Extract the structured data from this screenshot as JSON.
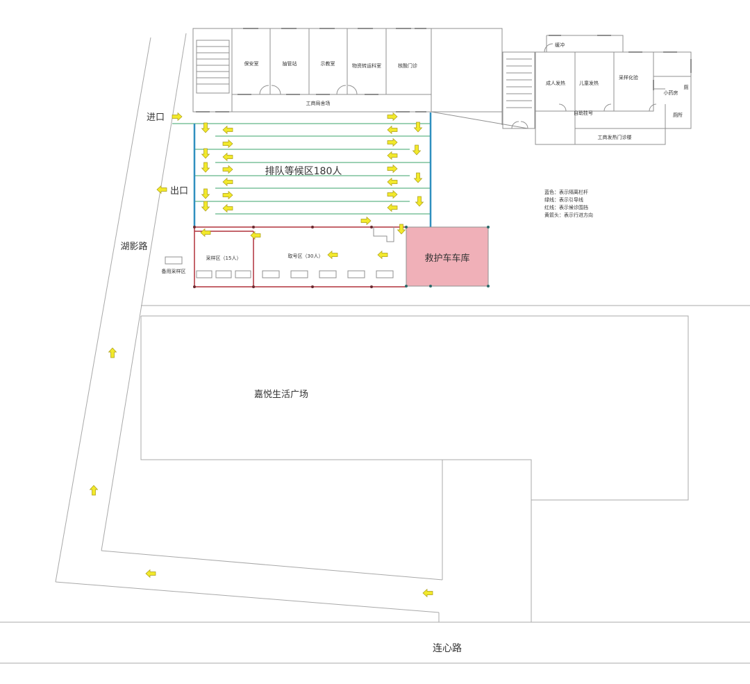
{
  "colors": {
    "background": "#ffffff",
    "outline": "#9a9a9a",
    "blue_barrier": "#2f8fbf",
    "green_guide": "#3aa36a",
    "red_fence": "#b0313a",
    "yellow_arrow": "#f2e92b",
    "arrow_stroke": "#a89a14",
    "garage_fill": "#f0b0b8"
  },
  "roads": {
    "huying": "湖影路",
    "lianxin": "连心路"
  },
  "entrances": {
    "entry": "进口",
    "exit": "出口"
  },
  "queue_area": "排队等候区180人",
  "top_building": {
    "rooms": [
      "保安室",
      "抽管站",
      "示教室",
      "物资转运科室",
      "核酸门诊"
    ],
    "corridor": "工商局舍场"
  },
  "right_building": {
    "buffer": "缓冲",
    "rooms": [
      "成人发热",
      "儿童发热",
      "采样化验",
      "小药房",
      "厕"
    ],
    "registration": "自助挂号",
    "toilet": "厕所",
    "name": "工商发热门诊楼"
  },
  "legend": [
    "蓝色：表示隔离栏杆",
    "绿线：表示引导线",
    "红线：表示候诊围挡",
    "黄箭头：表示行进方向"
  ],
  "sampling_area": "采样区（15人）",
  "waiting_area": "取号区（30人）",
  "spare_area": "备用采样区",
  "garage": "救护车车库",
  "plaza": "嘉悦生活广场"
}
